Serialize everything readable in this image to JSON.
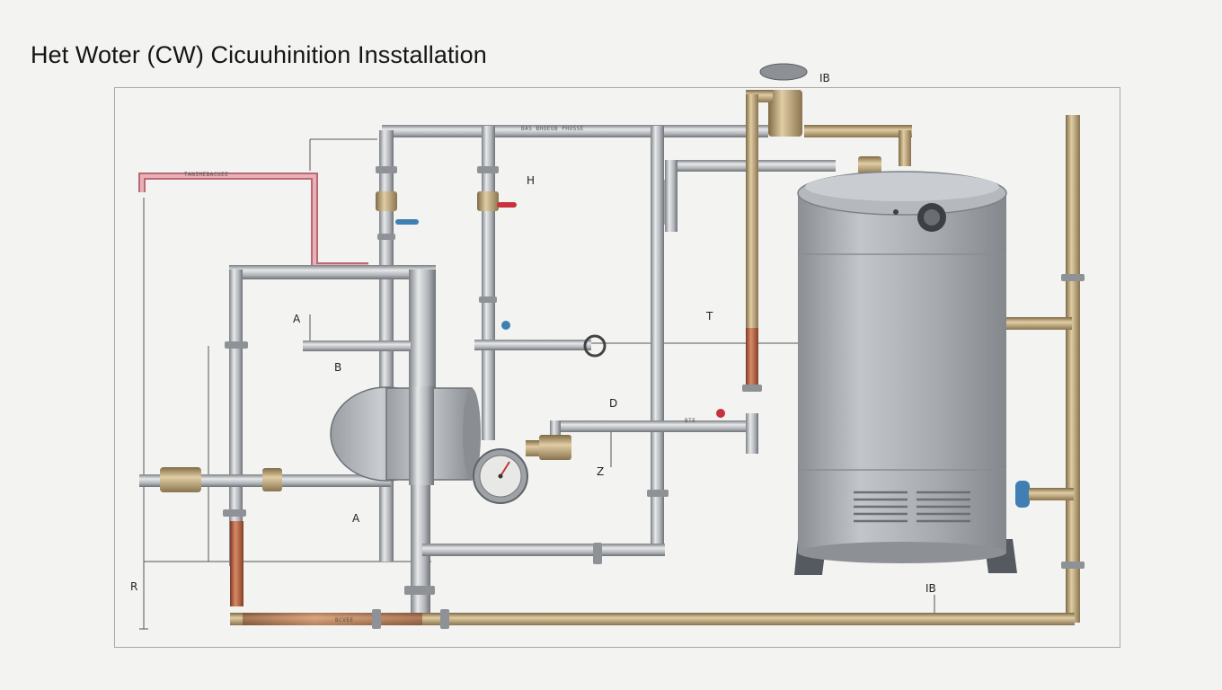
{
  "title": "Het Woter (CW) Cicuuhinition Insstallation",
  "labels": {
    "top_right": "IB",
    "h_upper": "H",
    "a_left": "A",
    "b_left": "B",
    "t_mid": "T",
    "d_mid": "D",
    "z_mid": "Z",
    "a_lower": "A",
    "r_left": "R",
    "b_bottom": "IB"
  },
  "small_text": {
    "top_pipe": "BAS BHOEUB PHUSSE",
    "red_pipe": "TANIMEBACUEE",
    "tee_mid": "BTE",
    "bottom_pipe": "BCVEE"
  },
  "colors": {
    "background": "#f3f3f1",
    "steel_pipe": "#b9bcc0",
    "copper_pipe": "#b0603e",
    "brass_pipe": "#b39a6e",
    "hot_line": "#d98c95",
    "tank_body": "#a3a7ac",
    "handle_red": "#c8323c",
    "handle_blue": "#3f7fb4"
  }
}
